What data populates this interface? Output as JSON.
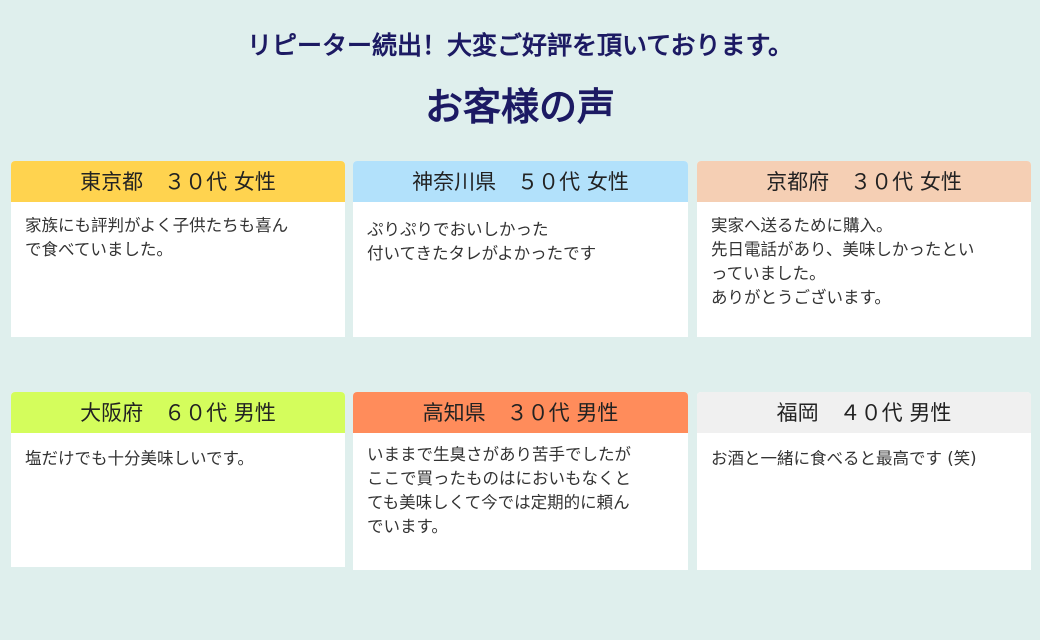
{
  "header": {
    "subtitle": "リピーター続出！大変ご好評を頂いております。",
    "title": "お客様の声"
  },
  "testimonials": [
    {
      "heading": "東京都　３０代 女性",
      "prefecture": "東京都",
      "age": "３０代",
      "gender": "女性",
      "color": "#ffd34f",
      "comment": "家族にも評判がよく子供たちも喜ん\nで食べていました。"
    },
    {
      "heading": "神奈川県　５０代 女性",
      "prefecture": "神奈川県",
      "age": "５０代",
      "gender": "女性",
      "color": "#b2e1fb",
      "comment": "ぷりぷりでおいしかった\n付いてきたタレがよかったです"
    },
    {
      "heading": "京都府　３０代 女性",
      "prefecture": "京都府",
      "age": "３０代",
      "gender": "女性",
      "color": "#f5cfb4",
      "comment": "実家へ送るために購入。\n先日電話があり、美味しかったとい\nっていました。\nありがとうございます。"
    },
    {
      "heading": "大阪府　６０代 男性",
      "prefecture": "大阪府",
      "age": "６０代",
      "gender": "男性",
      "color": "#d4fd5c",
      "comment": "塩だけでも十分美味しいです。"
    },
    {
      "heading": "高知県　３０代 男性",
      "prefecture": "高知県",
      "age": "３０代",
      "gender": "男性",
      "color": "#ff8c5b",
      "comment": "いままで生臭さがあり苦手でしたが\nここで買ったものはにおいもなくと\nても美味しくて今では定期的に頼ん\nでいます。"
    },
    {
      "heading": "福岡　４０代 男性",
      "prefecture": "福岡",
      "age": "４０代",
      "gender": "男性",
      "color": "#f0f0f0",
      "comment": "お酒と一緒に食べると最高です (笑)"
    }
  ]
}
